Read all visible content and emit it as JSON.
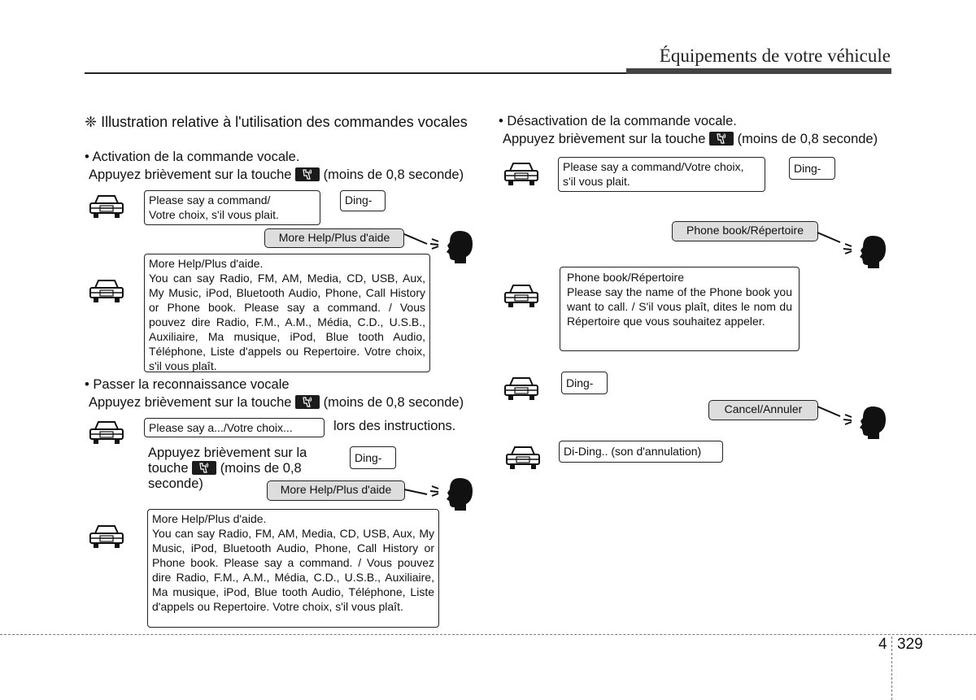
{
  "header": {
    "title": "Équipements de votre véhicule"
  },
  "left": {
    "intro": "❈ Illustration relative à l'utilisation des commandes vocales",
    "activation": {
      "heading": "• Activation de la commande vocale.",
      "press_before": "Appuyez brièvement sur la touche",
      "press_after": "(moins de 0,8 seconde)",
      "car_bubble": [
        "Please say a command/",
        "Votre choix, s'il vous plait."
      ],
      "ding": "Ding-",
      "user_says": "More Help/Plus d'aide",
      "help_title": "More Help/Plus d'aide.",
      "help_body": "You can say Radio, FM, AM, Media, CD, USB, Aux, My Music, iPod, Bluetooth Audio, Phone, Call History or Phone book. Please say a command. / Vous pouvez dire Radio, F.M., A.M., Média, C.D., U.S.B., Auxiliaire, Ma musique, iPod, Blue tooth Audio, Téléphone, Liste d'appels ou Repertoire. Votre choix, s'il vous plaît."
    },
    "skip": {
      "heading": "• Passer la reconnaissance vocale",
      "press_before": "Appuyez brièvement sur la touche",
      "press_after": "(moins de 0,8 seconde)",
      "car_bubble": "Please say a.../Votre choix...",
      "during": "lors des instructions.",
      "press2_line1": "Appuyez brièvement sur la",
      "press2_line2_before": "touche",
      "press2_line2_after": "(moins de 0,8",
      "press2_line3": "seconde)",
      "ding": "Ding-",
      "user_says": "More Help/Plus d'aide",
      "help_title": "More Help/Plus d'aide.",
      "help_body": "You can say Radio, FM, AM, Media, CD, USB, Aux, My Music, iPod, Bluetooth Audio, Phone, Call History or Phone book. Please say a command. / Vous pouvez dire Radio, F.M., A.M., Média, C.D., U.S.B., Auxiliaire, Ma musique, iPod, Blue tooth Audio, Téléphone, Liste d'appels ou Repertoire. Votre choix, s'il vous plaît."
    }
  },
  "right": {
    "deactivation": {
      "heading": "• Désactivation de la commande vocale.",
      "press_before": "Appuyez brièvement sur la touche",
      "press_after": "(moins de 0,8 seconde)",
      "car_bubble": [
        "Please say a command/Votre choix,",
        "s'il vous plait."
      ],
      "ding": "Ding-",
      "user_says_1": "Phone book/Répertoire",
      "pb_title": "Phone book/Répertoire",
      "pb_body": "Please say the name of the Phone book you want to call. / S'il vous plaît, dites le nom du Répertoire que vous souhaitez appeler.",
      "ding2": "Ding-",
      "user_says_2": "Cancel/Annuler",
      "cancel_sound": "Di-Ding.. (son d'annulation)"
    }
  },
  "footer": {
    "chapter": "4",
    "page": "329"
  }
}
